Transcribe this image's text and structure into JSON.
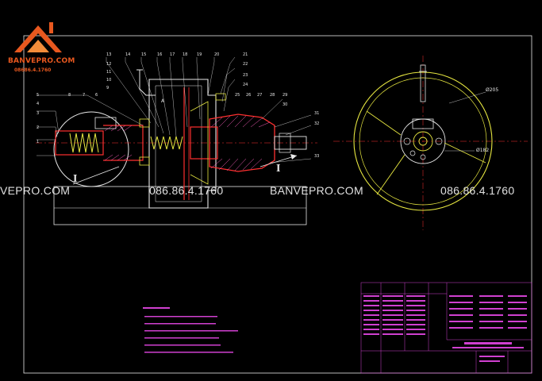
{
  "branding": {
    "site_name": "BANVEPRO.COM",
    "phone": "08686.4.1760"
  },
  "watermarks": [
    {
      "text": "VEPRO.COM"
    },
    {
      "text": "086.86.4.1760"
    },
    {
      "text": "BANVEPRO.COM"
    },
    {
      "text": "086.86.4.1760"
    }
  ],
  "drawing": {
    "part_numbers_top": [
      "13",
      "14",
      "15",
      "16",
      "17",
      "18",
      "19",
      "20",
      "21",
      "22",
      "23",
      "24"
    ],
    "part_numbers_right": [
      "25",
      "26",
      "27",
      "28",
      "29",
      "30",
      "31",
      "32",
      "33"
    ],
    "part_numbers_left": [
      "12",
      "11",
      "10",
      "9",
      "8",
      "7",
      "6",
      "5",
      "4",
      "3",
      "2",
      "1"
    ],
    "section_mark": "I",
    "view_label_a": "A",
    "dim_outer": "Ø205",
    "dim_inner": "Ø182"
  },
  "colors": {
    "background": "#000000",
    "outline_white": "#e8e8e8",
    "section_red": "#ff3030",
    "hatch_pink": "#ff60c0",
    "yellow_lines": "#e6e640",
    "magenta_table": "#d040d0",
    "brand_orange": "#e8581f"
  }
}
